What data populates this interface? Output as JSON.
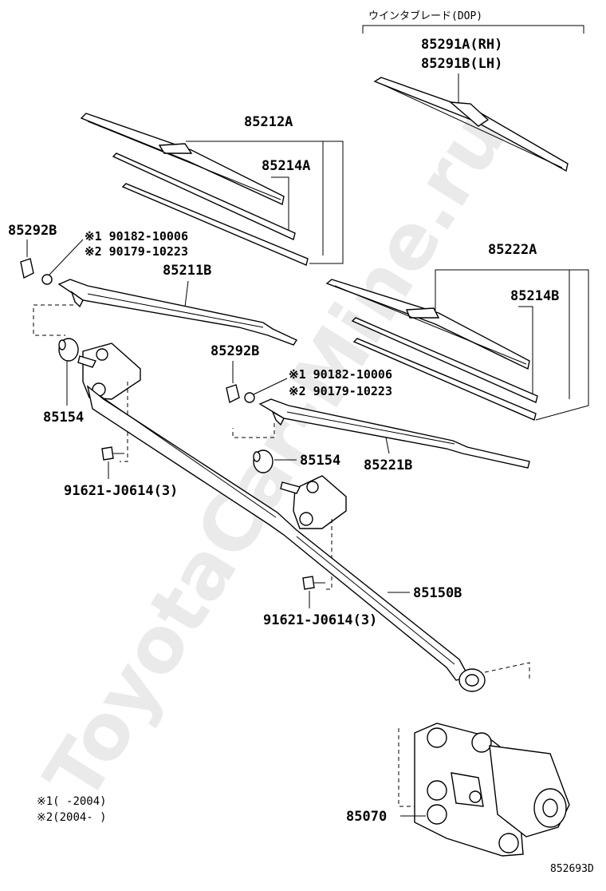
{
  "header": {
    "option_label": "ウインタブレード(DOP)"
  },
  "parts": {
    "winter_blade_rh": "85291A(RH)",
    "winter_blade_lh": "85291B(LH)",
    "blade_left": "85212A",
    "insert_left": "85214A",
    "cap_left": "85292B",
    "nut_left_1": "※1 90182-10006",
    "nut_left_2": "※2 90179-10223",
    "arm_left": "85211B",
    "blade_right": "85222A",
    "insert_right": "85214B",
    "cap_right": "85292B",
    "nut_right_1": "※1 90182-10006",
    "nut_right_2": "※2 90179-10223",
    "pivot_left": "85154",
    "bolt_left": "91621-J0614(3)",
    "pivot_right": "85154",
    "arm_right": "85221B",
    "link": "85150B",
    "bolt_right": "91621-J0614(3)",
    "motor": "85070"
  },
  "notes": {
    "note1": "※1(     -2004)",
    "note2": "※2(2004-     )"
  },
  "footer": {
    "diagram_code": "852693D"
  },
  "watermark": "ToyotaCar-Mine.ru"
}
